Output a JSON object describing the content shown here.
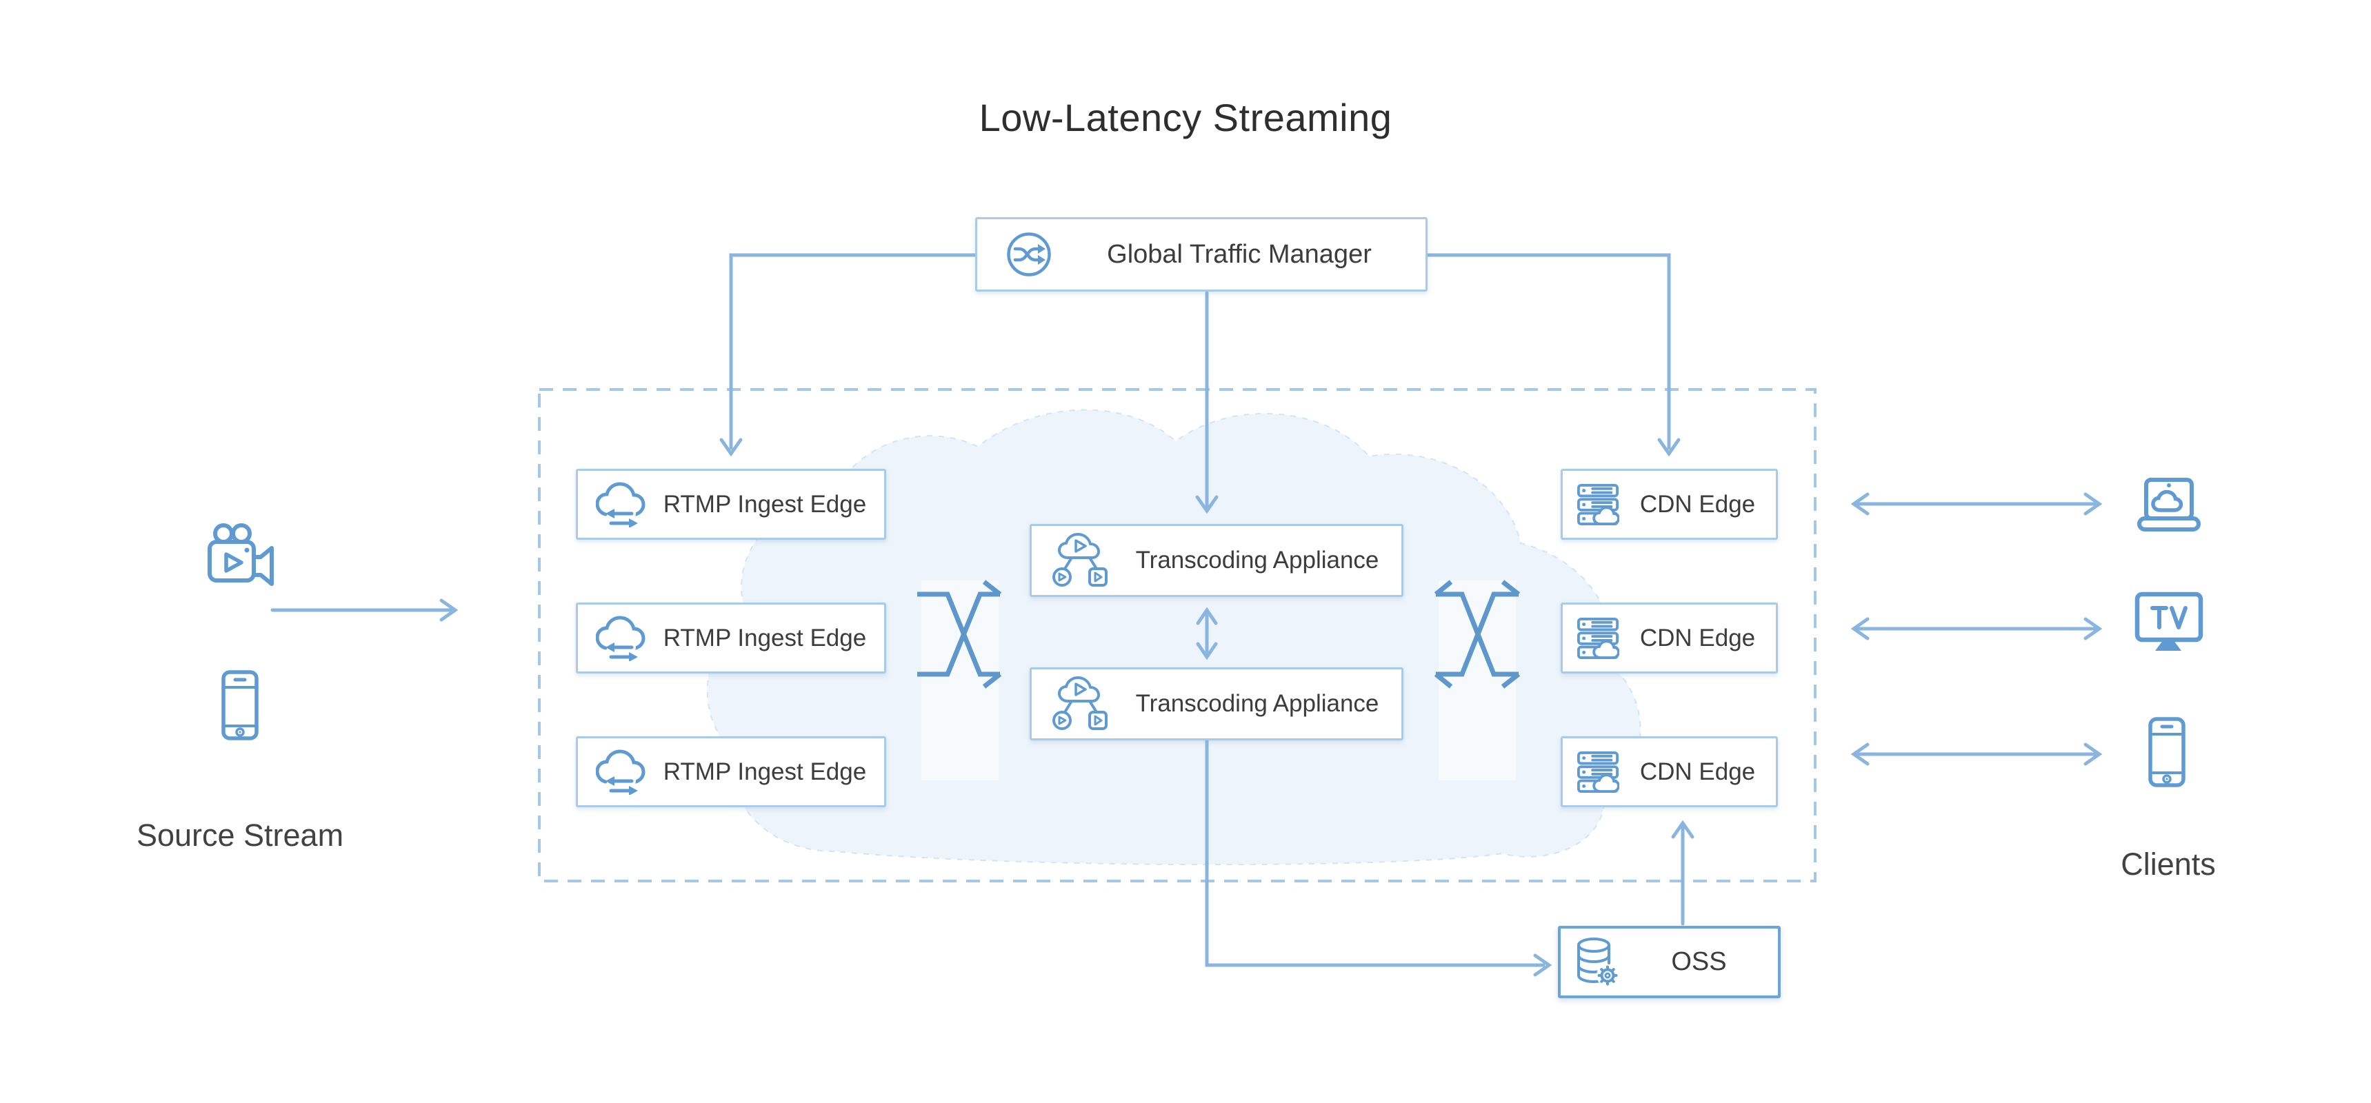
{
  "title": "Low-Latency Streaming",
  "traffic_manager": {
    "label": "Global Traffic Manager",
    "icon": "shuffle-icon"
  },
  "ingest_edges": [
    {
      "label": "RTMP Ingest Edge",
      "icon": "cloud-transfer-icon"
    },
    {
      "label": "RTMP Ingest Edge",
      "icon": "cloud-transfer-icon"
    },
    {
      "label": "RTMP Ingest Edge",
      "icon": "cloud-transfer-icon"
    }
  ],
  "transcoding_appliances": [
    {
      "label": "Transcoding Appliance",
      "icon": "transcode-cloud-icon"
    },
    {
      "label": "Transcoding Appliance",
      "icon": "transcode-cloud-icon"
    }
  ],
  "cdn_edges": [
    {
      "label": "CDN Edge",
      "icon": "server-cloud-icon"
    },
    {
      "label": "CDN Edge",
      "icon": "server-cloud-icon"
    },
    {
      "label": "CDN Edge",
      "icon": "server-cloud-icon"
    }
  ],
  "storage": {
    "label": "OSS",
    "icon": "database-gear-icon"
  },
  "source": {
    "label": "Source Stream",
    "icons": [
      "video-camera-icon",
      "smartphone-icon"
    ]
  },
  "clients": {
    "label": "Clients",
    "icons": [
      "laptop-cloud-icon",
      "tv-icon",
      "smartphone-icon"
    ]
  },
  "colors": {
    "icon_blue": "#5f9bd2",
    "line_blue": "#8ab5de",
    "crossbar_blue": "#5e97cb",
    "box_border": "#a9cbe8",
    "oss_border": "#6ba4d7",
    "container_dash": "#a5c8e6",
    "cloud_fill": "#edf4fb",
    "cloud_stroke": "#d3e4f3",
    "text_dark": "#3c3c3c"
  }
}
